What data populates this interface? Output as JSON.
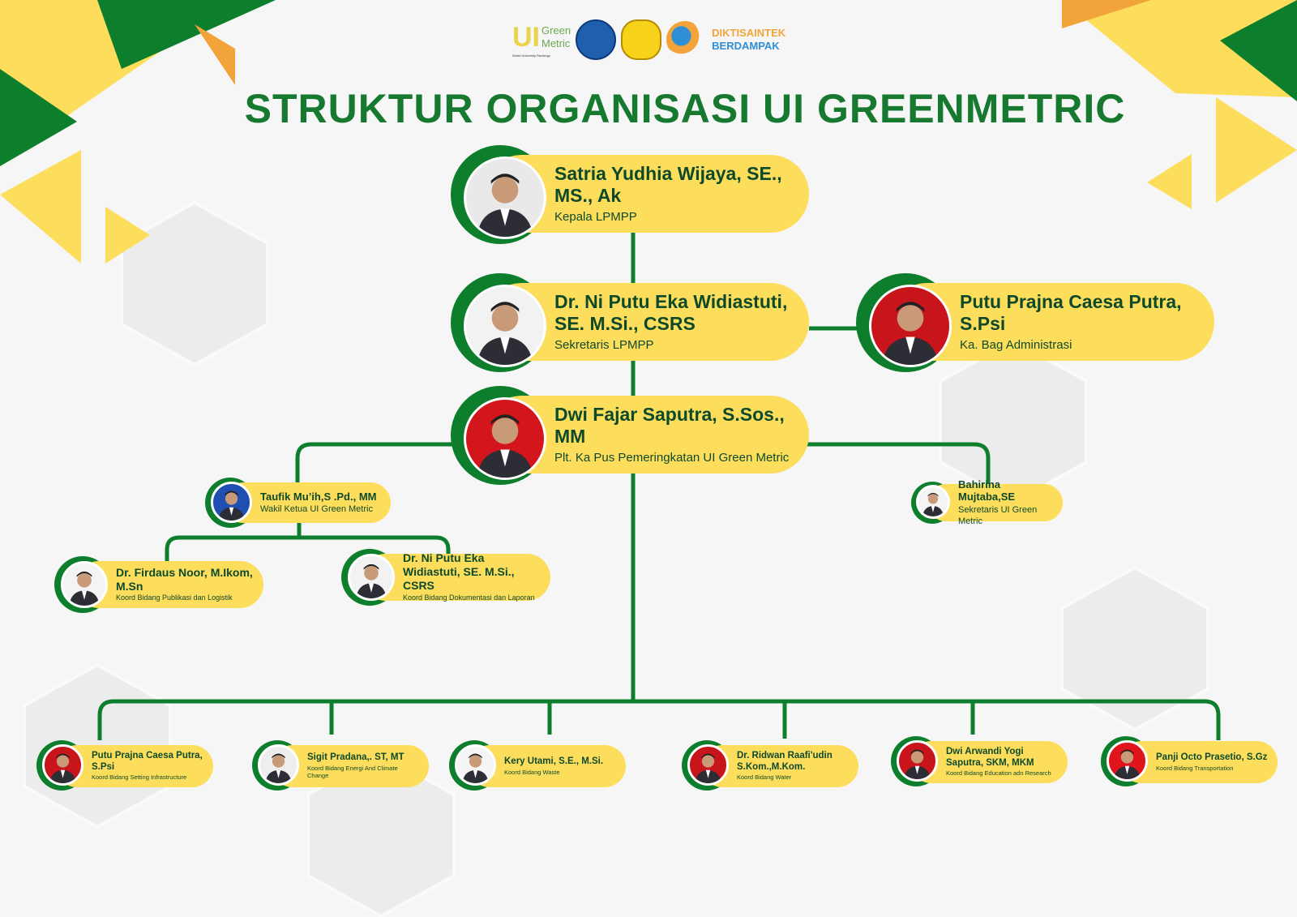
{
  "header": {
    "title": "STRUKTUR ORGANISASI UI GREENMETRIC",
    "logos": {
      "greenmetric": {
        "ui": "UI",
        "line1": "Green",
        "line2": "Metric",
        "tagline": "World University Rankings"
      },
      "dikti": {
        "line1": "DIKTISAINTEK",
        "line2": "BERDAMPAK"
      }
    }
  },
  "colors": {
    "green": "#0d7f2c",
    "yellow": "#fddd5c",
    "text": "#0e4a2a",
    "title": "#17792f"
  },
  "members": [
    {
      "name": "Satria Yudhia Wijaya, SE., MS., Ak",
      "role": "Kepala LPMPP",
      "photo_bg": "#e9e9e9"
    },
    {
      "name": "Dr. Ni Putu Eka Widiastuti, SE. M.Si., CSRS",
      "role": "Sekretaris LPMPP",
      "photo_bg": "#f2f2f2"
    },
    {
      "name": "Putu Prajna Caesa Putra, S.Psi",
      "role": "Ka. Bag Administrasi",
      "photo_bg": "#c8141b"
    },
    {
      "name": "Dwi Fajar Saputra, S.Sos., MM",
      "role": "Plt. Ka Pus Pemeringkatan UI Green Metric",
      "photo_bg": "#d3151c"
    },
    {
      "name": "Taufik Mu’ih,S .Pd., MM",
      "role": "Wakil Ketua UI Green Metric",
      "photo_bg": "#1f4fb0"
    },
    {
      "name": "Bahirina Mujtaba,SE",
      "role": "Sekretaris UI Green Metric",
      "photo_bg": "#f4f4f4"
    },
    {
      "name": "Dr. Firdaus Noor, M.Ikom, M.Sn",
      "role": "Koord Bidang Publikasi dan Logistik",
      "photo_bg": "#f4f4f4"
    },
    {
      "name": "Dr. Ni Putu Eka Widiastuti, SE. M.Si., CSRS",
      "role": "Koord Bidang Dokumentasi dan Laporan",
      "photo_bg": "#f2f2f2"
    },
    {
      "name": "Putu Prajna Caesa Putra, S.Psi",
      "role": "Koord Bidang Setting Infrastructure",
      "photo_bg": "#c8141b"
    },
    {
      "name": "Sigit Pradana,. ST, MT",
      "role": "Koord Bidang Energi And Climate Change",
      "photo_bg": "#eeeeee"
    },
    {
      "name": "Kery Utami, S.E., M.Si.",
      "role": "Koord Bidang Waste",
      "photo_bg": "#f5f5f5"
    },
    {
      "name": "Dr. Ridwan Raafi'udin S.Kom.,M.Kom.",
      "role": "Koord Bidang Water",
      "photo_bg": "#c8141b"
    },
    {
      "name": "Dwi Arwandi Yogi Saputra, SKM, MKM",
      "role": "Koord Bidang Education adn Research",
      "photo_bg": "#c8141b"
    },
    {
      "name": "Panji Octo Prasetio, S.Gz",
      "role": "Koord Bidang Transportation",
      "photo_bg": "#e0141b"
    }
  ]
}
